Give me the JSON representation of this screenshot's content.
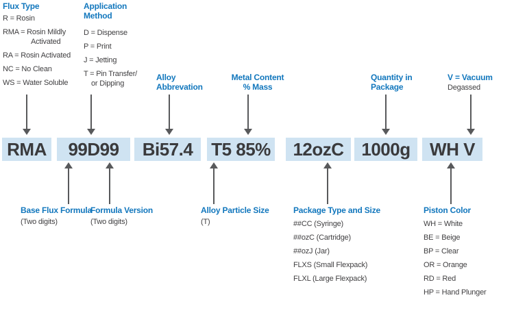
{
  "code": {
    "segments": [
      "RMA",
      "99D99",
      "Bi57.4",
      "T5 85%",
      "12ozC",
      "1000g",
      "WH V"
    ]
  },
  "top": {
    "flux_type": {
      "title": "Flux Type",
      "items": [
        "R = Rosin",
        "RMA = Rosin Mildly",
        "Activated",
        "RA = Rosin Activated",
        "NC = No Clean",
        "WS = Water Soluble"
      ]
    },
    "application_method": {
      "title": "Application\nMethod",
      "items": [
        "D = Dispense",
        "P = Print",
        "J = Jetting",
        "T = Pin Transfer/",
        "or Dipping"
      ]
    },
    "alloy_abbrevation": {
      "title": "Alloy\nAbbrevation"
    },
    "metal_content": {
      "title": "Metal Content\n% Mass"
    },
    "quantity": {
      "title": "Quantity in\nPackage"
    },
    "vacuum": {
      "title": "V = Vacuum",
      "subtitle": "Degassed"
    }
  },
  "bottom": {
    "base_flux_formula": {
      "title": "Base Flux Formula",
      "note": "(Two digits)"
    },
    "formula_version": {
      "title": "Formula Version",
      "note": "(Two digits)"
    },
    "alloy_particle_size": {
      "title": "Alloy Particle Size",
      "note": "(T)"
    },
    "package_type": {
      "title": "Package Type and Size",
      "items": [
        "##CC (Syringe)",
        "##ozC (Cartridge)",
        "##ozJ (Jar)",
        "FLXS (Small Flexpack)",
        "FLXL (Large Flexpack)"
      ]
    },
    "piston_color": {
      "title": "Piston Color",
      "items": [
        "WH = White",
        "BE = Beige",
        "BP = Clear",
        "OR = Orange",
        "RD = Red",
        "HP = Hand Plunger"
      ]
    }
  },
  "colors": {
    "heading_blue": "#1277bd",
    "body_text": "#414042",
    "code_text": "#3a3a3c",
    "box_background": "#cfe3f2",
    "arrow_gray": "#58595b"
  }
}
